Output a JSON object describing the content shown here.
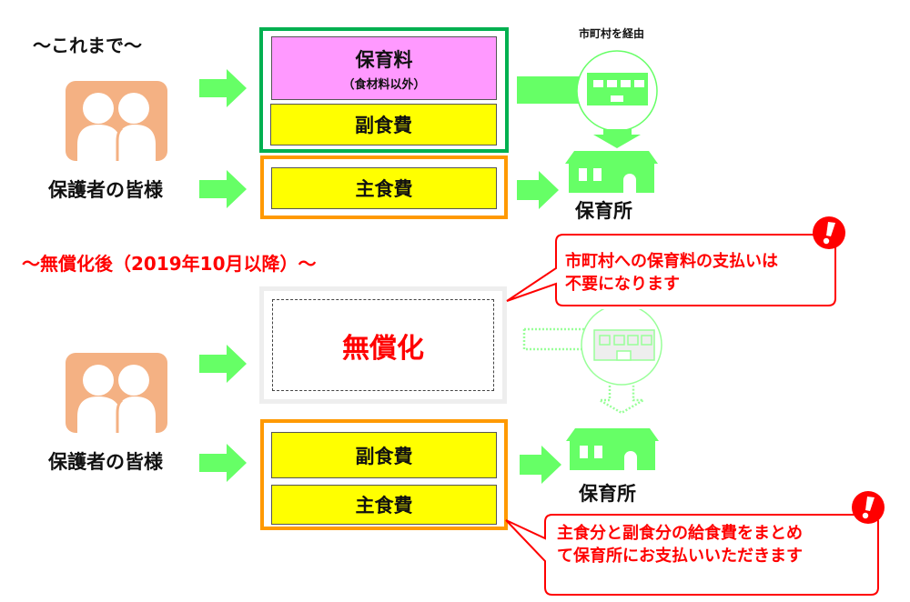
{
  "colors": {
    "arrow_green": "#66ff66",
    "frame_green": "#00b050",
    "frame_orange": "#ff9900",
    "frame_gray": "#eeeeee",
    "fee_pink": "#ff99ff",
    "fee_yellow": "#ffff00",
    "alert_red": "#ff0000",
    "avatar_peach": "#f4b183"
  },
  "before": {
    "title": "～これまで～",
    "person_label": "保護者の皆様",
    "person_icon": "parents-icon",
    "municipal_group": [
      {
        "label": "保育料",
        "sublabel": "（食材料以外）"
      },
      {
        "label": "副食費",
        "sublabel": ""
      }
    ],
    "direct_group": [
      {
        "label": "主食費",
        "sublabel": ""
      }
    ],
    "via_label": "市町村を経由",
    "municipality_icon": "city-hall-icon",
    "nursery_label": "保育所",
    "nursery_icon": "nursery-building-icon"
  },
  "after": {
    "title": "～無償化後（2019年10月以降）～",
    "person_label": "保護者の皆様",
    "person_icon": "parents-icon",
    "free_label": "無償化",
    "direct_group": [
      {
        "label": "副食費",
        "sublabel": ""
      },
      {
        "label": "主食費",
        "sublabel": ""
      }
    ],
    "nursery_label": "保育所",
    "callouts": [
      {
        "icon": "exclamation-icon",
        "lines": [
          "市町村への保育料の支払いは",
          "不要になります"
        ]
      },
      {
        "icon": "exclamation-icon",
        "lines": [
          "主食分と副食分の給食費をまとめ",
          "て保育所にお支払いいただきます"
        ]
      }
    ]
  }
}
